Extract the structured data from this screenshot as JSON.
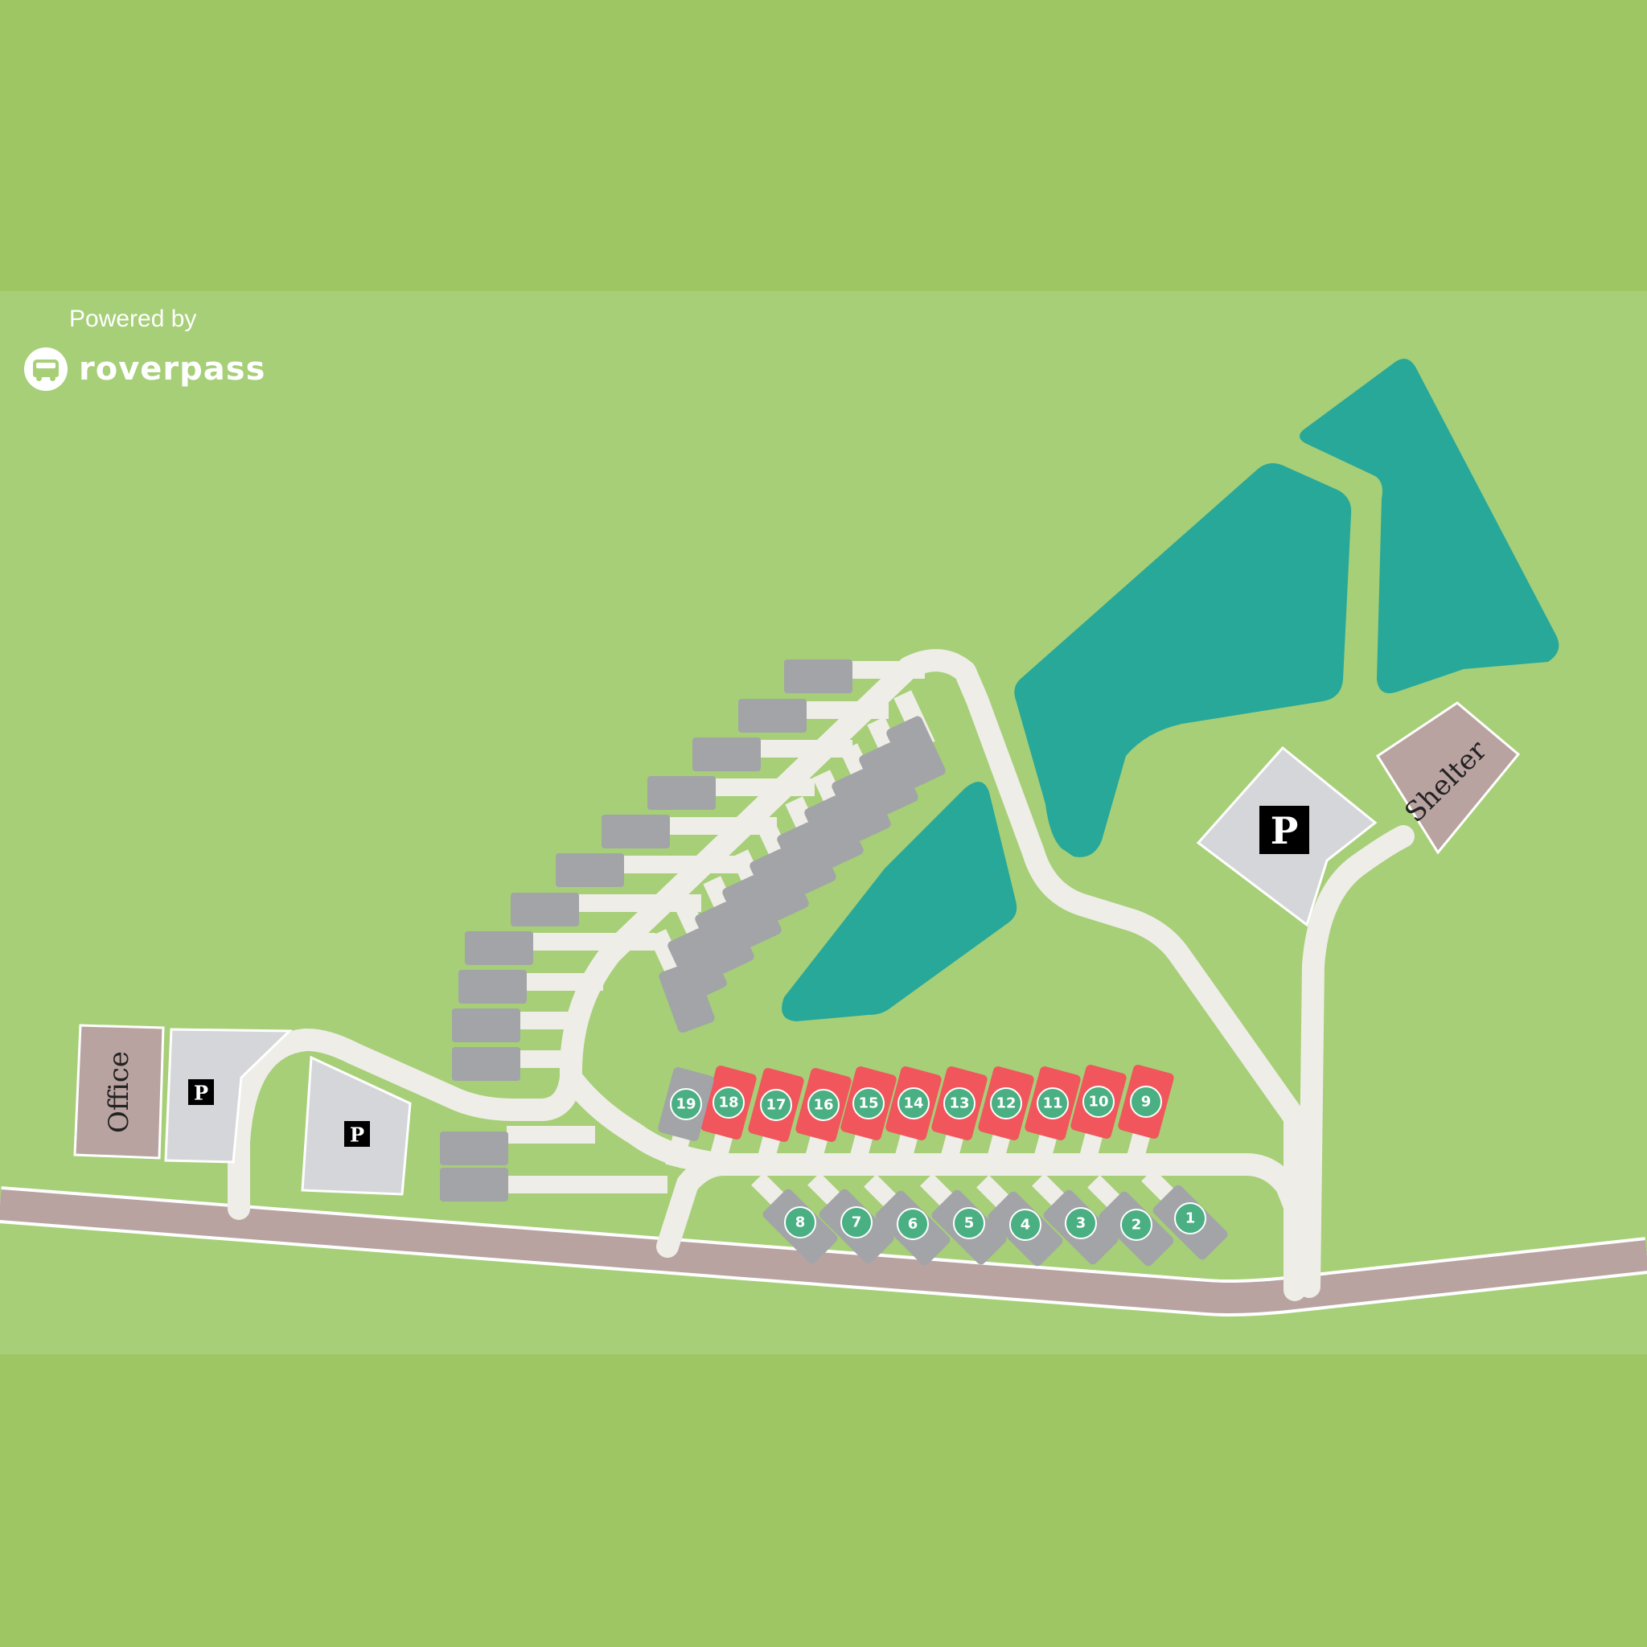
{
  "branding": {
    "powered_by": "Powered by",
    "name": "roverpass"
  },
  "buildings": {
    "office": "Office",
    "shelter": "Shelter"
  },
  "parking": {
    "label": "P"
  },
  "sites": [
    {
      "label": "1",
      "status": "available"
    },
    {
      "label": "2",
      "status": "available"
    },
    {
      "label": "3",
      "status": "available"
    },
    {
      "label": "4",
      "status": "available"
    },
    {
      "label": "5",
      "status": "available"
    },
    {
      "label": "6",
      "status": "available"
    },
    {
      "label": "7",
      "status": "available"
    },
    {
      "label": "8",
      "status": "available"
    },
    {
      "label": "9",
      "status": "booked"
    },
    {
      "label": "10",
      "status": "booked"
    },
    {
      "label": "11",
      "status": "booked"
    },
    {
      "label": "12",
      "status": "booked"
    },
    {
      "label": "13",
      "status": "booked"
    },
    {
      "label": "14",
      "status": "booked"
    },
    {
      "label": "15",
      "status": "booked"
    },
    {
      "label": "16",
      "status": "booked"
    },
    {
      "label": "17",
      "status": "booked"
    },
    {
      "label": "18",
      "status": "booked"
    },
    {
      "label": "19",
      "status": "available"
    }
  ],
  "colors": {
    "outer_grass": "#9ec764",
    "map_grass": "#a6cf78",
    "road": "#b9a3a1",
    "driveway": "#efede7",
    "site_available": "#a2a4a7",
    "site_booked": "#f0565c",
    "site_marker": "#4aaf82",
    "water": "#27a899",
    "building": "#b9a3a1",
    "parking_pad": "#d5d6d9",
    "parking_sign": "#000000"
  }
}
